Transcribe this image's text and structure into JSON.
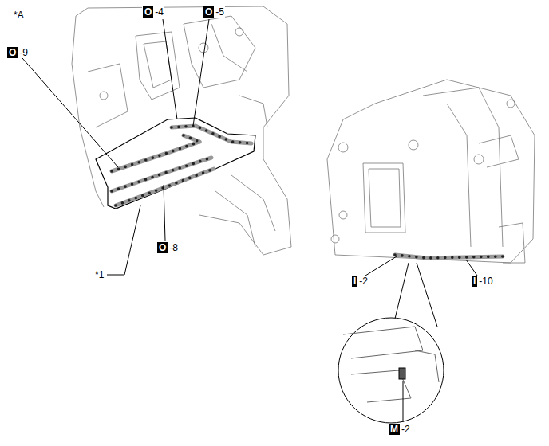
{
  "diagram": {
    "labels": [
      "*A",
      "O-9",
      "O-4",
      "O-5",
      "O-8",
      "*1",
      "I-2",
      "I-10",
      "M-2"
    ]
  }
}
